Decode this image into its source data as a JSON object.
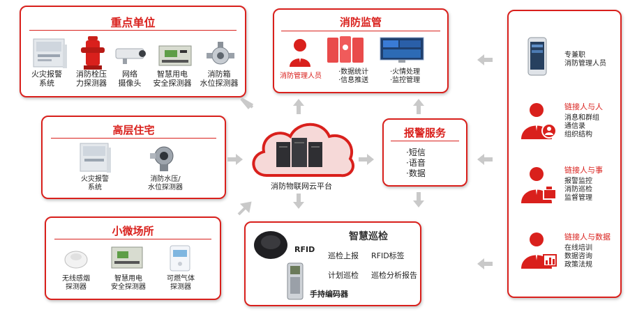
{
  "key_units": {
    "title": "重点单位",
    "items": [
      {
        "label": "火灾报警\n系统",
        "icon": "fire-alarm-panel-icon"
      },
      {
        "label": "消防栓压\n力探测器",
        "icon": "fire-hydrant-icon"
      },
      {
        "label": "网络\n摄像头",
        "icon": "camera-icon"
      },
      {
        "label": "智慧用电\n安全探测器",
        "icon": "electric-detector-icon"
      },
      {
        "label": "消防箱\n水位探测器",
        "icon": "water-level-sensor-icon"
      }
    ]
  },
  "high_rise": {
    "title": "高层住宅",
    "items": [
      {
        "label": "火灾报警\n系统",
        "icon": "fire-alarm-panel-icon"
      },
      {
        "label": "消防水压/\n水位探测器",
        "icon": "pressure-sensor-icon"
      }
    ]
  },
  "small_venue": {
    "title": "小微场所",
    "items": [
      {
        "label": "无线感烟\n探测器",
        "icon": "smoke-detector-icon"
      },
      {
        "label": "智慧用电\n安全探测器",
        "icon": "electric-detector-icon"
      },
      {
        "label": "可燃气体\n探测器",
        "icon": "gas-detector-icon"
      }
    ]
  },
  "cloud": {
    "label": "消防物联网云平台"
  },
  "supervision": {
    "title": "消防监管",
    "person_label": "消防管理人员",
    "bullets_left": [
      "·数据统计",
      "·信息推送"
    ],
    "bullets_right": [
      "·火情处理",
      "·监控管理"
    ]
  },
  "alarm": {
    "title": "报警服务",
    "bullets": [
      "·短信",
      "·语音",
      "·数据"
    ]
  },
  "patrol": {
    "title": "智慧巡检",
    "rfid": "RFID",
    "handheld": "手持编码器",
    "features": [
      "巡检上报",
      "RFID标签",
      "计划巡检",
      "巡检分析报告"
    ]
  },
  "right_panel": {
    "phone_label": "专兼职\n消防管理人员",
    "groups": [
      {
        "title": "链接人与人",
        "lines": [
          "消息和群组",
          "通信录",
          "组织结构"
        ]
      },
      {
        "title": "链接人与事",
        "lines": [
          "报警监控",
          "消防巡检",
          "监督管理"
        ]
      },
      {
        "title": "链接人与数据",
        "lines": [
          "在线培训",
          "数据咨询",
          "政策法规"
        ]
      }
    ]
  }
}
